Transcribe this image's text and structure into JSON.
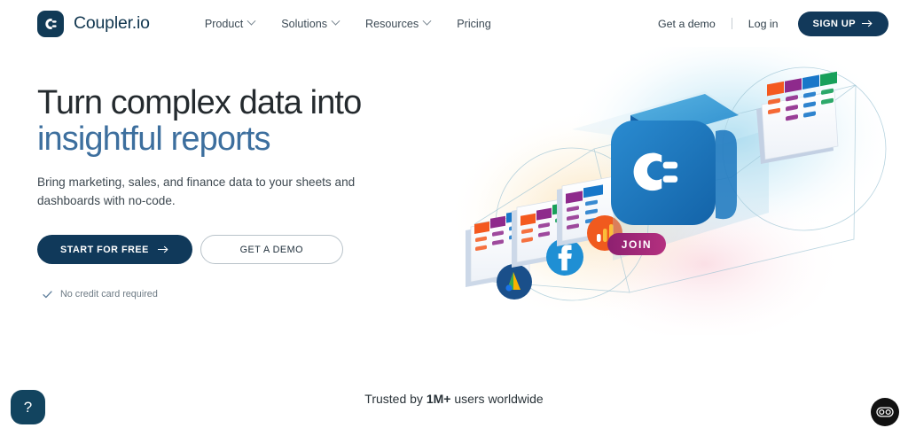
{
  "header": {
    "brand": {
      "name": "Coupler.io",
      "logo_icon": "coupler-logo-icon",
      "mark_color": "#113a56"
    },
    "nav": [
      {
        "label": "Product",
        "has_chevron": true
      },
      {
        "label": "Solutions",
        "has_chevron": true
      },
      {
        "label": "Resources",
        "has_chevron": true
      },
      {
        "label": "Pricing",
        "has_chevron": false
      }
    ],
    "get_demo": "Get a demo",
    "log_in": "Log in",
    "sign_up": "SIGN UP",
    "sign_up_icon": "arrow-right-icon",
    "sign_up_color": "#12395a"
  },
  "hero": {
    "heading_line1": "Turn complex data into",
    "heading_line2": "insightful reports",
    "accent_color": "#3d6f9e",
    "subtitle": "Bring marketing, sales, and finance data to your sheets and dashboards with no-code.",
    "primary_cta": "START FOR FREE",
    "primary_cta_icon": "arrow-right-icon",
    "secondary_cta": "GET A DEMO",
    "no_card_icon": "check-icon",
    "no_card_text": "No credit card required"
  },
  "illustration": {
    "join_badge": "JOIN",
    "join_color": "#9c2a78",
    "cube_color": "#1b72b8",
    "cube_icon": "coupler-cube-icon",
    "source_badges": [
      {
        "name": "google-ads-icon",
        "color": "#1a4f8a"
      },
      {
        "name": "facebook-icon",
        "color": "#1f8fd4"
      },
      {
        "name": "google-analytics-icon",
        "color": "#f05a1e"
      }
    ],
    "table_header_colors": [
      "#f4591f",
      "#8e2a8c",
      "#1877c9",
      "#18a05a"
    ],
    "glow_warm": "#f7d9a0",
    "glow_cool": "#9fd6ef"
  },
  "footer": {
    "trusted_prefix": "Trusted by ",
    "trusted_count": "1M+",
    "trusted_suffix": " users worldwide"
  },
  "widgets": {
    "help_label": "?",
    "help_icon": "question-mark-icon",
    "cookie_icon": "cookie-consent-icon"
  }
}
